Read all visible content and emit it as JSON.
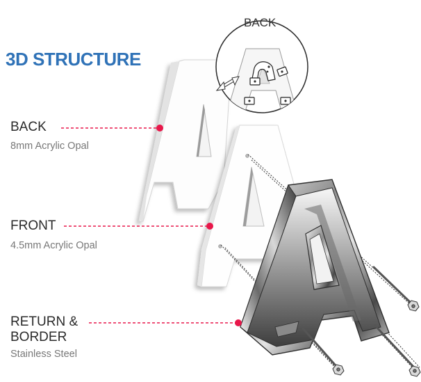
{
  "title": "3D STRUCTURE",
  "inset": {
    "label": "BACK"
  },
  "parts": [
    {
      "name": "BACK",
      "material": "8mm Acrylic Opal"
    },
    {
      "name": "FRONT",
      "material": "4.5mm Acrylic Opal"
    },
    {
      "name": "RETURN &\nBORDER",
      "material": "Stainless Steel"
    }
  ],
  "colors": {
    "title": "#2f72b7",
    "leader": "#e8174a",
    "acrylic": "#fdfdfd",
    "steel_dark": "#3c3c3c",
    "steel_light": "#e6e6e6"
  }
}
